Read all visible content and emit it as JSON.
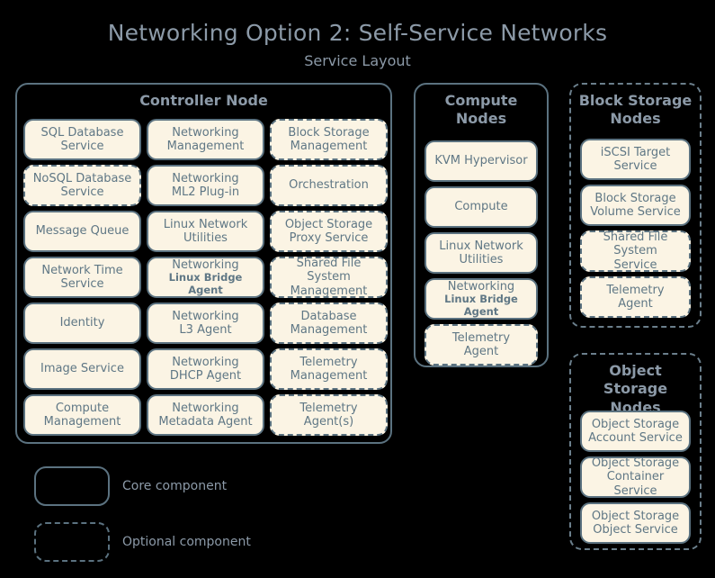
{
  "title": "Networking Option 2: Self-Service Networks",
  "subtitle": "Service Layout",
  "colors": {
    "background": "#000000",
    "box_fill": "#fbf4e4",
    "box_border": "#5b7280",
    "box_text": "#5f7785",
    "title_text": "#8c9aa8"
  },
  "controller_node": {
    "title": "Controller Node",
    "services": [
      {
        "line1": "SQL Database",
        "line2": "Service",
        "optional": false
      },
      {
        "line1": "Networking",
        "line2": "Management",
        "optional": false
      },
      {
        "line1": "Block Storage",
        "line2": "Management",
        "optional": true
      },
      {
        "line1": "NoSQL Database",
        "line2": "Service",
        "optional": true
      },
      {
        "line1": "Networking",
        "line2": "ML2 Plug-in",
        "optional": false
      },
      {
        "line1": "Orchestration",
        "line2": "",
        "optional": true
      },
      {
        "line1": "Message Queue",
        "line2": "",
        "optional": false
      },
      {
        "line1": "Linux Network",
        "line2": "Utilities",
        "optional": false
      },
      {
        "line1": "Object Storage",
        "line2": "Proxy Service",
        "optional": true
      },
      {
        "line1": "Network Time",
        "line2": "Service",
        "optional": false
      },
      {
        "line1": "Networking",
        "line2": "Linux Bridge Agent",
        "optional": false,
        "small_sub": true
      },
      {
        "line1": "Shared File System",
        "line2": "Management",
        "optional": true
      },
      {
        "line1": "Identity",
        "line2": "",
        "optional": false
      },
      {
        "line1": "Networking",
        "line2": "L3 Agent",
        "optional": false
      },
      {
        "line1": "Database",
        "line2": "Management",
        "optional": true
      },
      {
        "line1": "Image Service",
        "line2": "",
        "optional": false
      },
      {
        "line1": "Networking",
        "line2": "DHCP Agent",
        "optional": false
      },
      {
        "line1": "Telemetry",
        "line2": "Management",
        "optional": true
      },
      {
        "line1": "Compute",
        "line2": "Management",
        "optional": false
      },
      {
        "line1": "Networking",
        "line2": "Metadata Agent",
        "optional": false
      },
      {
        "line1": "Telemetry",
        "line2": "Agent(s)",
        "optional": true
      }
    ]
  },
  "compute_nodes": {
    "title": "Compute\nNodes",
    "optional_panel": false,
    "services": [
      {
        "line1": "KVM Hypervisor",
        "line2": "",
        "optional": false
      },
      {
        "line1": "Compute",
        "line2": "",
        "optional": false
      },
      {
        "line1": "Linux Network",
        "line2": "Utilities",
        "optional": false
      },
      {
        "line1": "Networking",
        "line2": "Linux Bridge Agent",
        "optional": false,
        "small_sub": true
      },
      {
        "line1": "Telemetry",
        "line2": "Agent",
        "optional": true
      }
    ]
  },
  "block_storage_nodes": {
    "title": "Block Storage\nNodes",
    "optional_panel": true,
    "services": [
      {
        "line1": "iSCSI Target",
        "line2": "Service",
        "optional": false
      },
      {
        "line1": "Block Storage",
        "line2": "Volume Service",
        "optional": false
      },
      {
        "line1": "Shared File System",
        "line2": "Service",
        "optional": true
      },
      {
        "line1": "Telemetry",
        "line2": "Agent",
        "optional": true
      }
    ]
  },
  "object_storage_nodes": {
    "title": "Object\nStorage Nodes",
    "optional_panel": true,
    "services": [
      {
        "line1": "Object Storage",
        "line2": "Account Service",
        "optional": false
      },
      {
        "line1": "Object Storage",
        "line2": "Container Service",
        "optional": false
      },
      {
        "line1": "Object Storage",
        "line2": "Object Service",
        "optional": false
      }
    ]
  },
  "legend": {
    "core_label": "Core component",
    "optional_label": "Optional component"
  }
}
